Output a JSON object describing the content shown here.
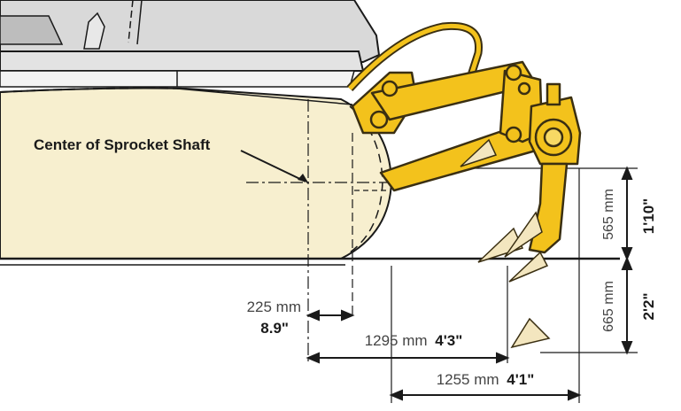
{
  "colors": {
    "track_fill": "#f7efcf",
    "ripper_yellow": "#f3c21c",
    "ripper_outline": "#3a2f12",
    "tooth_fill": "#f3e6bf",
    "line": "#1a1a1a",
    "cab_gray": "#d9d9d9"
  },
  "labels": {
    "sprocket": "Center of Sprocket Shaft",
    "offset_mm": "225 mm",
    "offset_in": "8.9\"",
    "reach_mm": "1295 mm",
    "reach_in": "4'3\"",
    "reach2_mm": "1255 mm",
    "reach2_in": "4'1\"",
    "height_mm": "565 mm",
    "height_in": "1'10\"",
    "depth_mm": "665 mm",
    "depth_in": "2'2\""
  }
}
